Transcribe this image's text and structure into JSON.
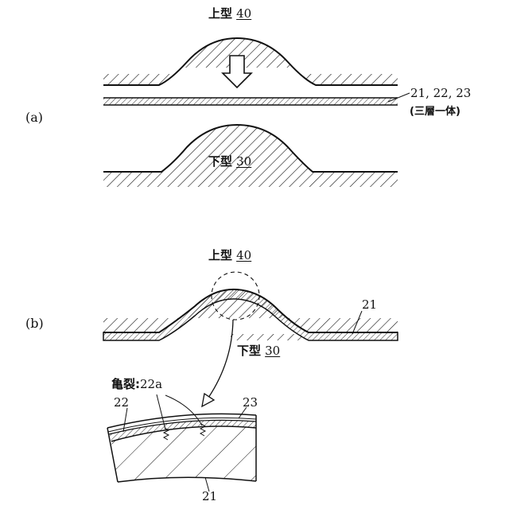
{
  "panel_a": {
    "label": "(a)",
    "upper_die": {
      "name": "上型",
      "number": "40"
    },
    "lower_die": {
      "name": "下型",
      "number": "30"
    },
    "layers_ref": "21, 22, 23",
    "layers_note": "(三層一体)"
  },
  "panel_b": {
    "label": "(b)",
    "upper_die": {
      "name": "上型",
      "number": "40"
    },
    "lower_die": {
      "name": "下型",
      "number": "30"
    },
    "sheet_ref": "21"
  },
  "detail": {
    "crack_label": "亀裂:",
    "crack_ref": "22a",
    "left_layer_ref": "22",
    "right_layer_ref": "23",
    "substrate_ref": "21"
  }
}
